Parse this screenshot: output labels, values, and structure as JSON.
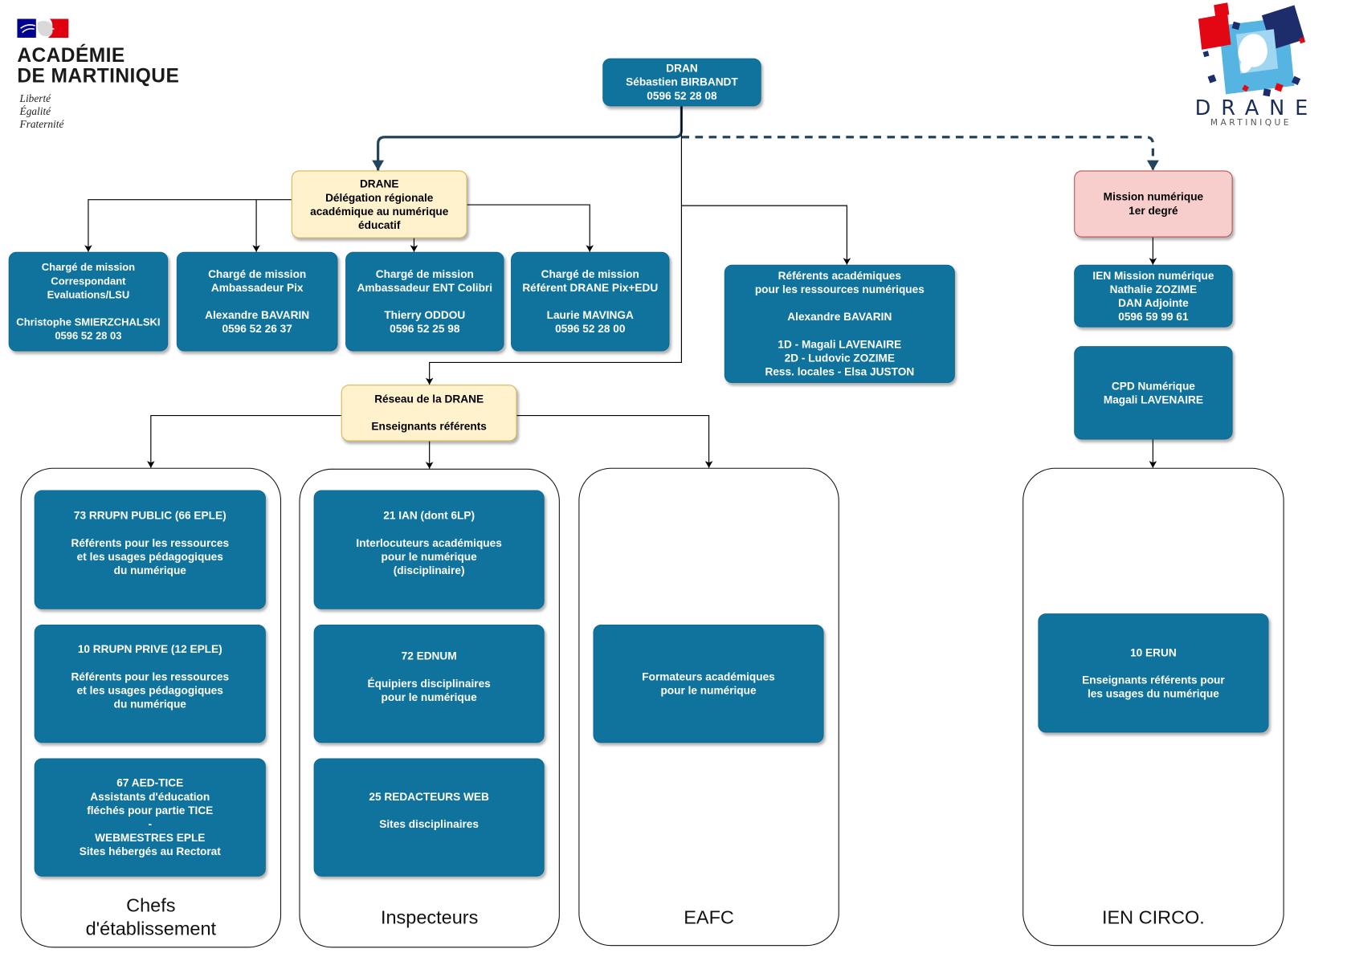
{
  "header": {
    "academie": {
      "line1": "ACADÉMIE",
      "line2": "DE MARTINIQUE",
      "motto": [
        "Liberté",
        "Égalité",
        "Fraternité"
      ]
    },
    "drane_logo": {
      "word": "DRANE",
      "sub": "MARTINIQUE"
    }
  },
  "colors": {
    "node_blue": "#10739e",
    "node_blue_border": "#0e6a91",
    "yellow_fill": "#fff2cc",
    "yellow_border": "#d6b656",
    "pink_fill": "#f8cecc",
    "pink_border": "#b85450",
    "connector_main": "#23445d",
    "connector": "#000000"
  },
  "nodes": {
    "dran": {
      "groups": [
        [
          "DRAN",
          "Sébastien BIRBANDT",
          "0596 52 28 08"
        ]
      ]
    },
    "drane": {
      "groups": [
        [
          "DRANE",
          "Délégation régionale",
          "académique au numérique",
          "éducatif"
        ]
      ]
    },
    "mission_1d": {
      "groups": [
        [
          "Mission numérique",
          "1er degré"
        ]
      ]
    },
    "charge_lsu": {
      "groups": [
        [
          "Chargé de mission",
          "Correspondant",
          "Evaluations/LSU"
        ],
        [
          "Christophe SMIERZCHALSKI",
          "0596 52 28 03"
        ]
      ]
    },
    "charge_pix": {
      "groups": [
        [
          "Chargé de mission",
          "Ambassadeur Pix"
        ],
        [
          "Alexandre BAVARIN",
          "0596 52 26 37"
        ]
      ]
    },
    "charge_ent": {
      "groups": [
        [
          "Chargé de mission",
          "Ambassadeur ENT Colibri"
        ],
        [
          "Thierry ODDOU",
          "0596 52 25 98"
        ]
      ]
    },
    "charge_pixedu": {
      "groups": [
        [
          "Chargé de mission",
          "Référent DRANE Pix+EDU"
        ],
        [
          "Laurie MAVINGA",
          "0596 52 28 00"
        ]
      ]
    },
    "referents": {
      "groups": [
        [
          "Référents académiques",
          "pour les ressources numériques"
        ],
        [
          "Alexandre BAVARIN"
        ],
        [
          "1D - Magali LAVENAIRE",
          "2D - Ludovic ZOZIME",
          "Ress. locales - Elsa JUSTON"
        ]
      ]
    },
    "ien_mission": {
      "groups": [
        [
          "IEN Mission numérique",
          "Nathalie ZOZIME",
          "DAN Adjointe",
          "0596 59 99 61"
        ]
      ]
    },
    "cpd": {
      "groups": [
        [
          "CPD Numérique",
          "Magali LAVENAIRE"
        ]
      ]
    },
    "reseau": {
      "groups": [
        [
          "Réseau de la DRANE"
        ],
        [
          "Enseignants référents"
        ]
      ]
    },
    "rrupn_public": {
      "groups": [
        [
          "73 RRUPN PUBLIC (66 EPLE)"
        ],
        [
          "Référents pour les ressources",
          "et les usages pédagogiques",
          "du numérique"
        ]
      ]
    },
    "rrupn_prive": {
      "groups": [
        [
          "10 RRUPN PRIVE (12 EPLE)"
        ],
        [
          "Référents pour les ressources",
          "et les usages pédagogiques",
          "du numérique"
        ]
      ]
    },
    "aed_tice": {
      "groups": [
        [
          "67 AED-TICE",
          "Assistants d'éducation",
          "fléchés pour partie TICE",
          "-",
          "WEBMESTRES EPLE",
          "Sites hébergés au Rectorat"
        ]
      ]
    },
    "ian": {
      "groups": [
        [
          "21 IAN (dont 6LP)"
        ],
        [
          "Interlocuteurs académiques",
          "pour le numérique",
          "(disciplinaire)"
        ]
      ]
    },
    "ednum": {
      "groups": [
        [
          "72 EDNUM"
        ],
        [
          "Équipiers disciplinaires",
          "pour le numérique"
        ]
      ]
    },
    "redacteurs": {
      "groups": [
        [
          "25 REDACTEURS WEB"
        ],
        [
          "Sites disciplinaires"
        ]
      ]
    },
    "formateurs": {
      "groups": [
        [
          "Formateurs académiques",
          "pour le numérique"
        ]
      ]
    },
    "erun": {
      "groups": [
        [
          "10 ERUN"
        ],
        [
          "Enseignants référents pour",
          "les usages du numérique"
        ]
      ]
    }
  },
  "containers": [
    {
      "label": "Chefs d'établissement"
    },
    {
      "label": "Inspecteurs"
    },
    {
      "label": "EAFC"
    },
    {
      "label": "IEN CIRCO."
    }
  ]
}
